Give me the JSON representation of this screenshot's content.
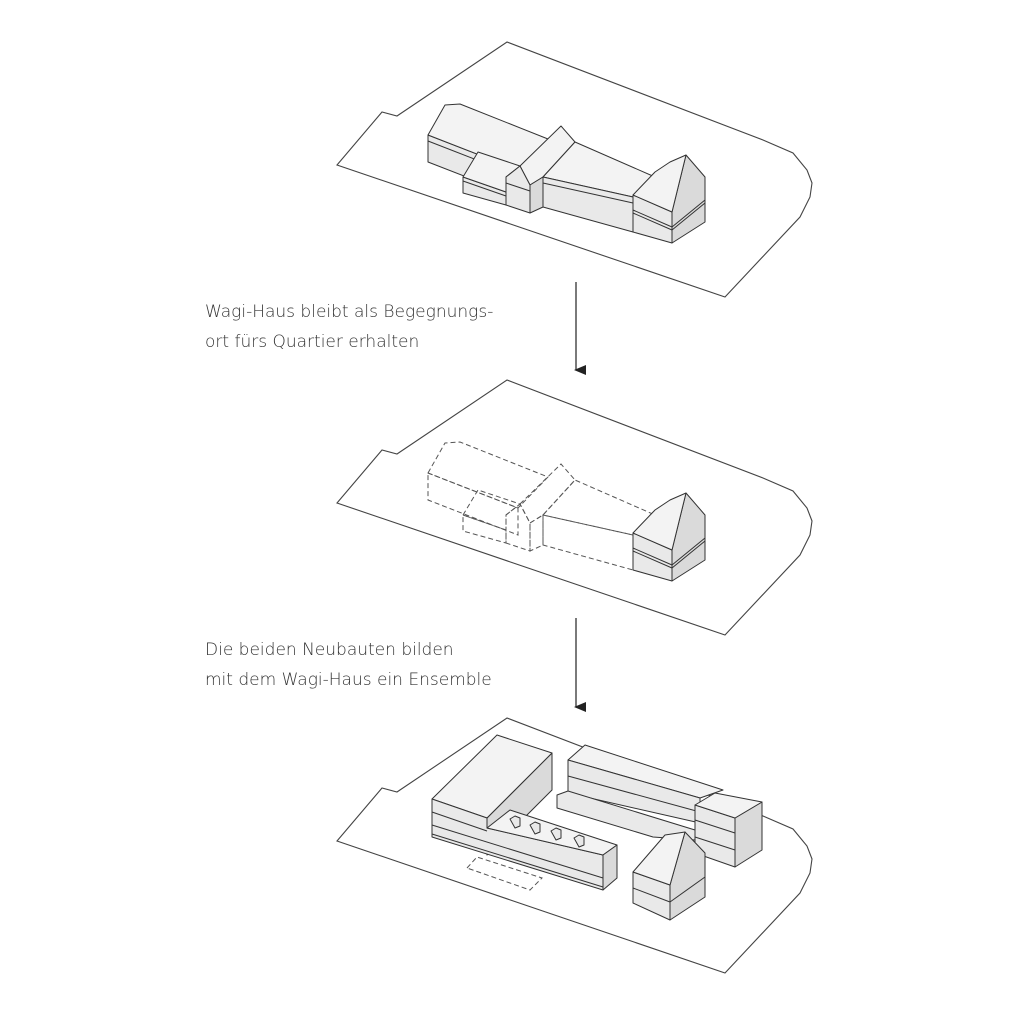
{
  "steps": [
    {
      "caption": [
        "Wagi-Haus bleibt als Begegnungs-",
        "ort fürs Quartier erhalten"
      ]
    },
    {
      "caption": [
        "Die beiden Neubauten bilden",
        "mit dem Wagi-Haus ein Ensemble"
      ]
    }
  ],
  "colors": {
    "line": "#333333",
    "roof": "#f3f3f3",
    "wall": "#e9e9e9",
    "shade": "#dadada"
  }
}
